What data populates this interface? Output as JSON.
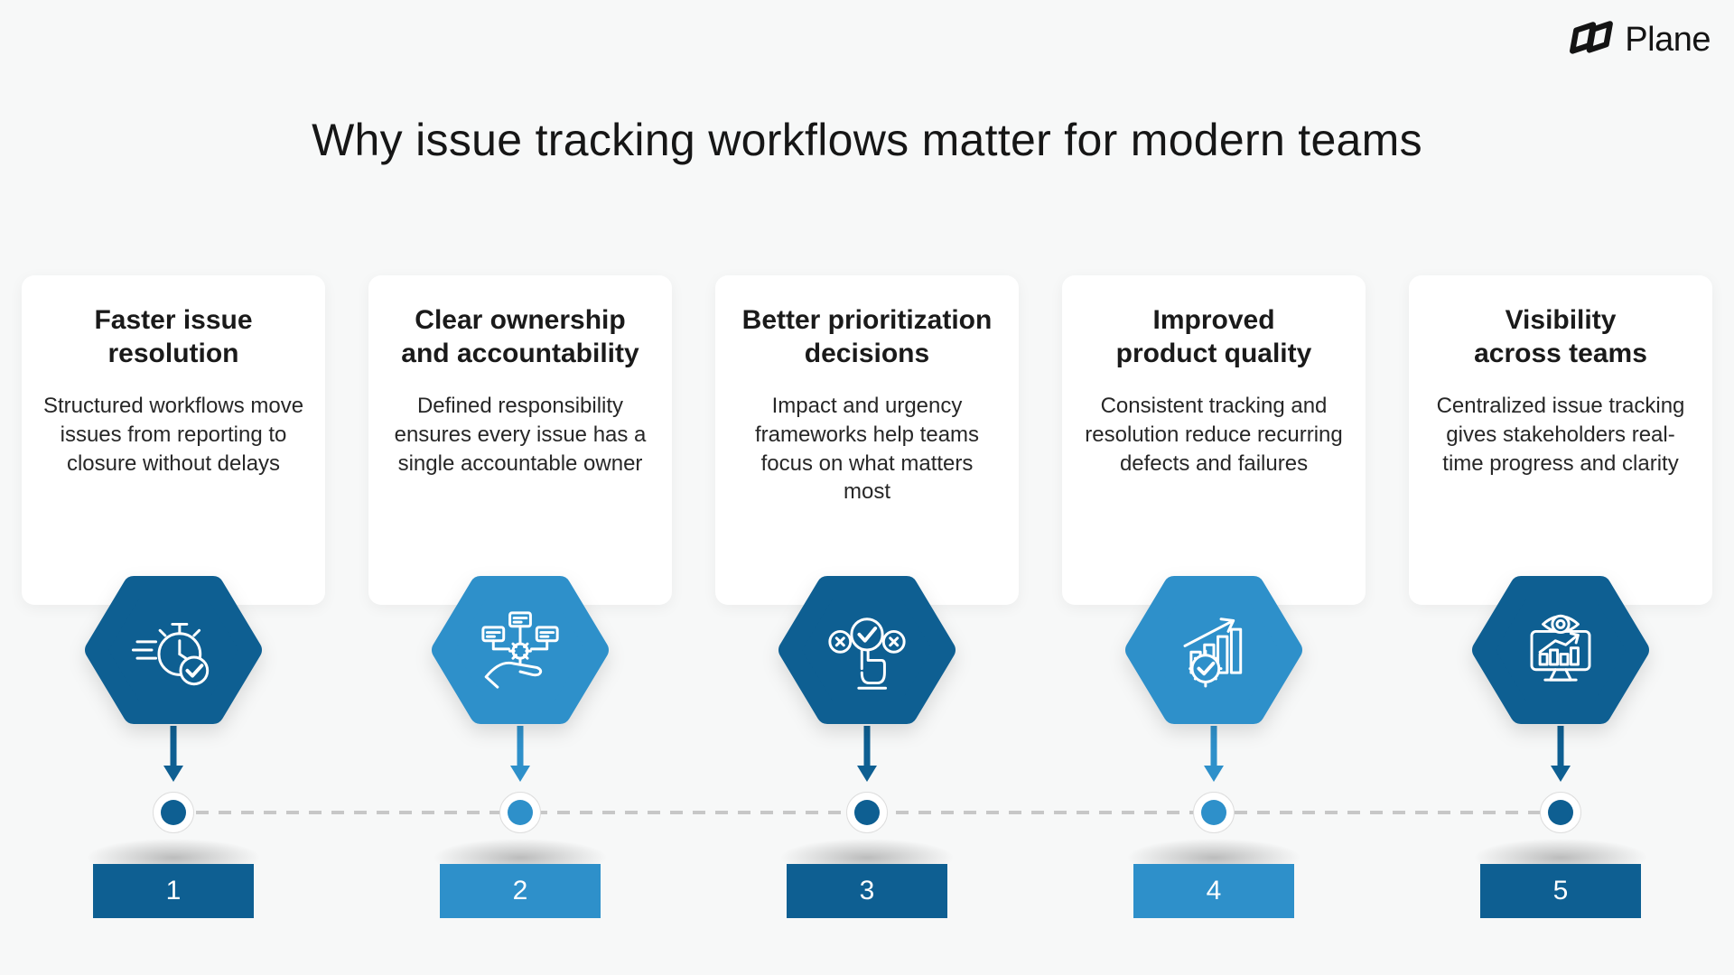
{
  "brand": {
    "name": "Plane",
    "logo_icon": "plane-logo-icon"
  },
  "title": "Why issue tracking workflows matter for modern teams",
  "colors": {
    "background": "#f7f8f8",
    "card": "#ffffff",
    "dark_blue": "#0e5f92",
    "light_blue": "#2e90ca",
    "text": "#1a1a1a",
    "dashed_line": "#c7c7c7"
  },
  "timeline": {
    "style": "dashed-line-connecting-5-dots"
  },
  "steps": [
    {
      "number": "1",
      "tone": "dark",
      "title": "Faster issue\nresolution",
      "description": "Structured workflows move issues from reporting to closure without delays",
      "icon": "speed-stopwatch-check-icon"
    },
    {
      "number": "2",
      "tone": "light",
      "title": "Clear ownership\nand accountability",
      "description": "Defined responsibility ensures every issue has a single accountable owner",
      "icon": "hand-gear-delegation-icon"
    },
    {
      "number": "3",
      "tone": "dark",
      "title": "Better prioritization\ndecisions",
      "description": "Impact and urgency frameworks help teams focus on what matters most",
      "icon": "finger-choice-check-icon"
    },
    {
      "number": "4",
      "tone": "light",
      "title": "Improved\nproduct quality",
      "description": "Consistent tracking and resolution reduce recurring defects and failures",
      "icon": "growth-chart-gear-check-icon"
    },
    {
      "number": "5",
      "tone": "dark",
      "title": "Visibility\nacross teams",
      "description": "Centralized issue tracking gives stakeholders real-time progress and clarity",
      "icon": "monitor-eye-dashboard-icon"
    }
  ]
}
